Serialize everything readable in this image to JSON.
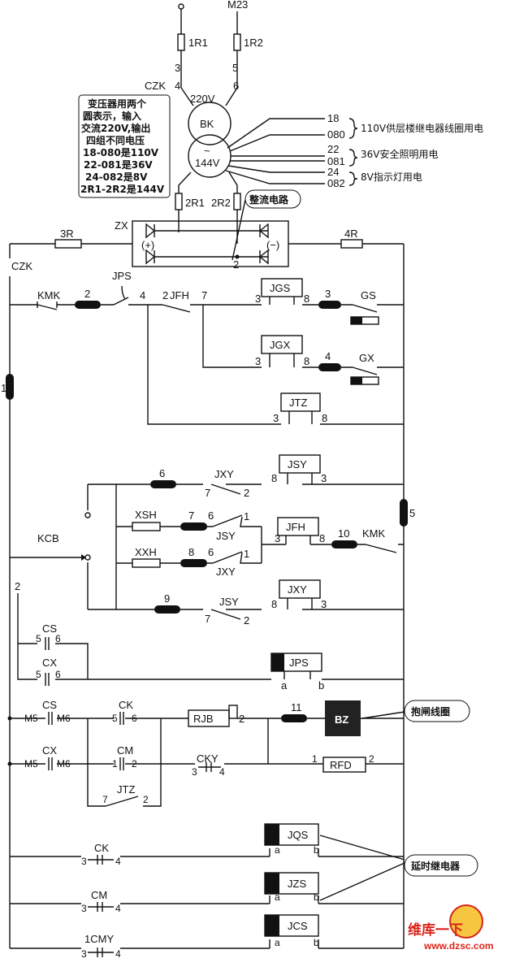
{
  "transformer": {
    "top_left_terminal_label": "",
    "top_right_terminal_label": "M23",
    "fuse1": "1R1",
    "fuse1_pin": "3",
    "fuse2": "1R2",
    "fuse2_pin": "5",
    "czk_label": "CZK",
    "pin4": "4",
    "pin6": "6",
    "v220": "220V",
    "bk": "BK",
    "v144": "144V",
    "note_lines": [
      "变压器用两个",
      "圆表示，输入",
      "交流220V,输出",
      "四组不同电压",
      "18-080是110V",
      "22-081是36V",
      "24-082是8V",
      "2R1-2R2是144V"
    ],
    "out_terms": [
      "18",
      "080",
      "22",
      "081",
      "24",
      "082"
    ],
    "out_desc": [
      "110V供层楼继电器线圈用电",
      "36V安全照明用电",
      "8V指示灯用电"
    ],
    "fuse3": "2R1",
    "fuse4": "2R2",
    "rectifier_callout": "整流电路"
  },
  "rectifier": {
    "zx": "ZX",
    "plus": "(+)",
    "minus": "(−)",
    "node2": "2",
    "fuse_3r": "3R",
    "fuse_4r": "4R",
    "czk2": "CZK"
  },
  "row1": {
    "kmk": "KMK",
    "n2": "2",
    "jps": "JPS",
    "n4": "4",
    "n2b": "2",
    "jfh": "JFH",
    "n7": "7",
    "jgs": "JGS",
    "n3": "3",
    "n8": "8",
    "n3b": "3",
    "gs": "GS"
  },
  "row2": {
    "jgx": "JGX",
    "n3": "3",
    "n8": "8",
    "n4": "4",
    "gx": "GX"
  },
  "row3": {
    "jtz": "JTZ",
    "n3": "3",
    "n8": "8"
  },
  "left_res": "1",
  "block2": {
    "n6": "6",
    "jxy": "JXY",
    "n7": "7",
    "n2": "2",
    "jsy": "JSY",
    "n8": "8",
    "n3": "3",
    "xsh": "XSH",
    "n7b": "7",
    "n6b": "6",
    "n1": "1",
    "jsy2": "JSY",
    "jfh": "JFH",
    "n3c": "3",
    "n8c": "8",
    "n10": "10",
    "kmk": "KMK",
    "kcb": "KCB",
    "xxh": "XXH",
    "n8d": "8",
    "n6c": "6",
    "n1b": "1",
    "jxy2": "JXY",
    "n9": "9",
    "jsy3": "JSY",
    "n7c": "7",
    "n2c": "2",
    "jxy3": "JXY",
    "n8e": "8",
    "n3d": "3",
    "res5": "5"
  },
  "block3": {
    "n2": "2",
    "cs": "CS",
    "cs5": "5",
    "cs6": "6",
    "cx": "CX",
    "cx5": "5",
    "cx6": "6",
    "jps": "JPS",
    "a": "a",
    "b": "b"
  },
  "brake": {
    "cs": "CS",
    "m5": "M5",
    "m6": "M6",
    "ck": "CK",
    "ck5": "5",
    "ck6": "6",
    "rjb": "RJB",
    "rjb2": "2",
    "n11": "11",
    "bz": "BZ",
    "callout": "抱闸线圈",
    "cx": "CX",
    "m5b": "M5",
    "m6b": "M6",
    "cm": "CM",
    "cm1": "1",
    "cm2": "2",
    "cky": "CKY",
    "cky3": "3",
    "cky4": "4",
    "rfd1": "1",
    "rfd": "RFD",
    "rfd2": "2",
    "jtz": "JTZ",
    "jtz7": "7",
    "jtz2": "2"
  },
  "timers": {
    "jqs": "JQS",
    "ck": "CK",
    "callout": "延时继电器",
    "jzs": "JZS",
    "cm": "CM",
    "jcs": "JCS",
    "cmy": "1CMY",
    "n3": "3",
    "n4": "4",
    "a": "a",
    "b": "b"
  },
  "watermark": {
    "brand": "维库一下",
    "url": "www.dzsc.com"
  },
  "colors": {
    "ink": "#111111",
    "fill_dark": "#222222",
    "watermark_red": "#d9261c"
  }
}
